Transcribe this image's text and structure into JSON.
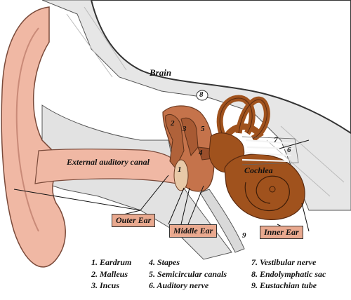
{
  "labels": {
    "brain": "Brain",
    "external_canal": "External auditory canal",
    "cochlea": "Cochlea",
    "outer_ear": "Outer Ear",
    "middle_ear": "Middle Ear",
    "inner_ear": "Inner Ear"
  },
  "markers": [
    "1",
    "2",
    "3",
    "4",
    "5",
    "6",
    "7",
    "8",
    "9"
  ],
  "legend": {
    "col1": [
      "1. Eardrum",
      "2. Malleus",
      "3. Incus"
    ],
    "col2": [
      "4. Stapes",
      "5. Semicircular canals",
      "6. Auditory nerve"
    ],
    "col3": [
      "7. Vestibular nerve",
      "8. Endolymphatic sac",
      "9. Eustachian tube"
    ]
  },
  "colors": {
    "skin": "#f0b8a4",
    "ossicle": "#b0623a",
    "inner": "#a0521d",
    "bone": "#e4e4e4",
    "label_box": "#e9a98f"
  }
}
